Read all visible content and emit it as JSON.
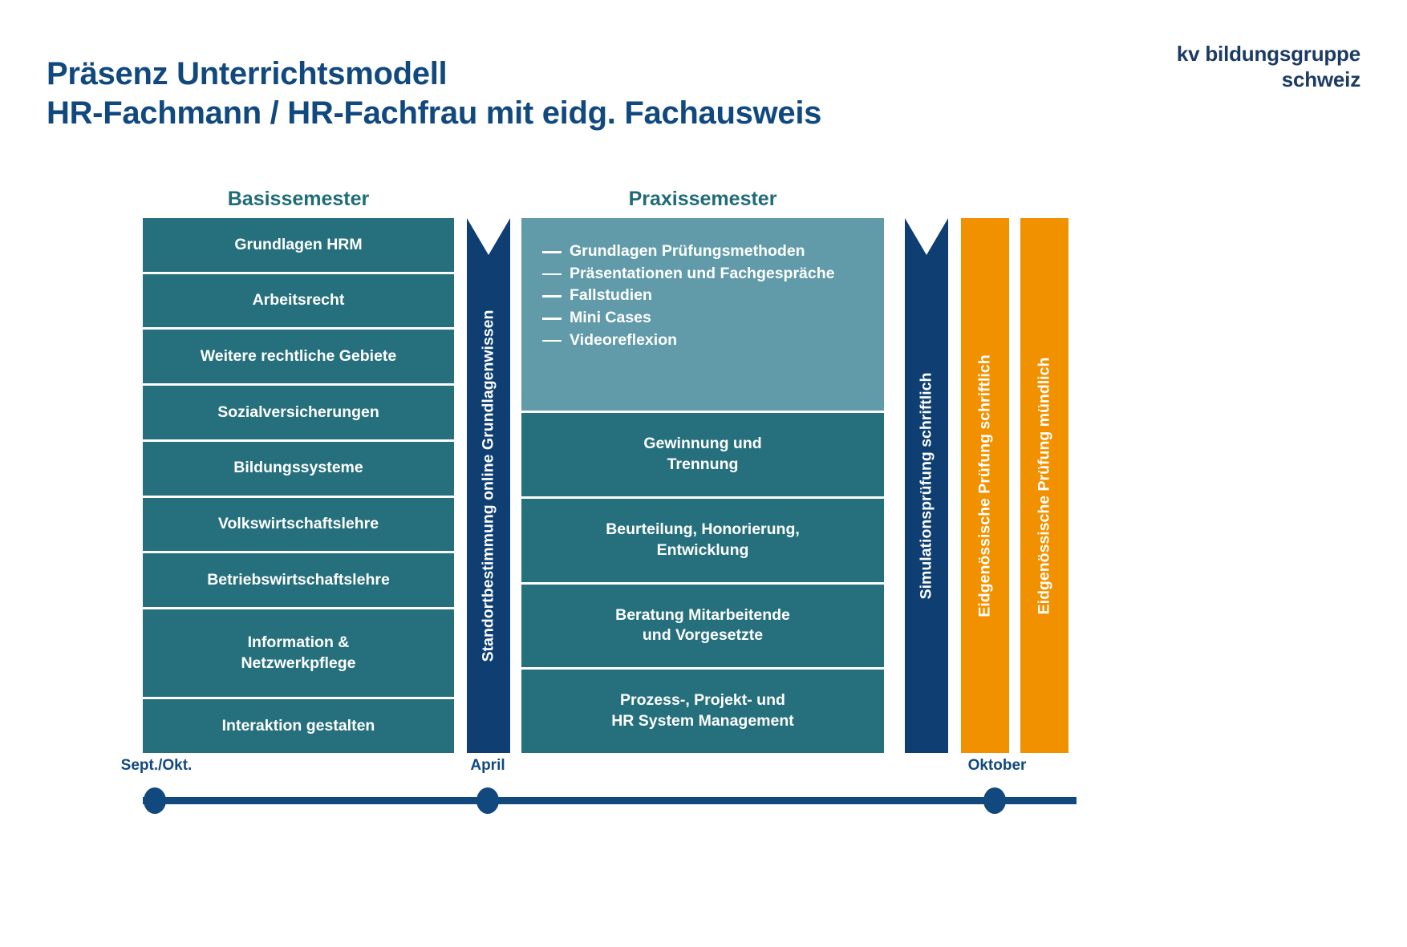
{
  "header": {
    "title_line_1": "Präsenz Unterrichtsmodell",
    "title_line_2": "HR-Fachmann / HR-Fachfrau mit eidg. Fachausweis",
    "logo_line_1": "kv bildungsgruppe",
    "logo_line_2": "schweiz"
  },
  "colors": {
    "navy": "#0F3F72",
    "title_navy": "#11497F",
    "teal": "#26707E",
    "teal_light": "#619BAA",
    "teal_heading": "#1F6B79",
    "orange": "#F29100",
    "white": "#FFFFFF"
  },
  "diagram": {
    "basissemester": {
      "heading": "Basissemester",
      "blocks": [
        {
          "label": "Grundlagen HRM"
        },
        {
          "label": "Arbeitsrecht"
        },
        {
          "label": "Weitere rechtliche Gebiete"
        },
        {
          "label": "Sozialversicherungen"
        },
        {
          "label": "Bildungssysteme"
        },
        {
          "label": "Volkswirtschaftslehre"
        },
        {
          "label": "Betriebswirtschaftslehre"
        },
        {
          "label": "Information &\nNetzwerkpflege"
        },
        {
          "label": "Interaktion gestalten"
        }
      ]
    },
    "standortbestimmung": {
      "label": "Standortbestimmung online Grundlagenwissen"
    },
    "praxissemester": {
      "heading": "Praxissemester",
      "list_items": [
        "Grundlagen Prüfungsmethoden",
        "Präsentationen und Fachgespräche",
        "Fallstudien",
        "Mini Cases",
        "Videoreflexion"
      ],
      "blocks": [
        {
          "label": "Gewinnung und\nTrennung"
        },
        {
          "label": "Beurteilung, Honorierung,\nEntwicklung"
        },
        {
          "label": "Beratung Mitarbeitende\nund Vorgesetzte"
        },
        {
          "label": "Prozess-, Projekt- und\nHR System Management"
        }
      ]
    },
    "simulationspruefung": {
      "label": "Simulationsprüfung schriftlich"
    },
    "eidg_pruefungen": [
      {
        "label": "Eidgenössische Prüfung schriftlich"
      },
      {
        "label": "Eidgenössische Prüfung mündlich"
      }
    ]
  },
  "timeline": {
    "milestones": [
      {
        "label": "Sept./Okt.",
        "x_percent": 0
      },
      {
        "label": "April",
        "x_percent": 31.1
      },
      {
        "label": "Oktober",
        "x_percent": 79.3
      }
    ]
  }
}
